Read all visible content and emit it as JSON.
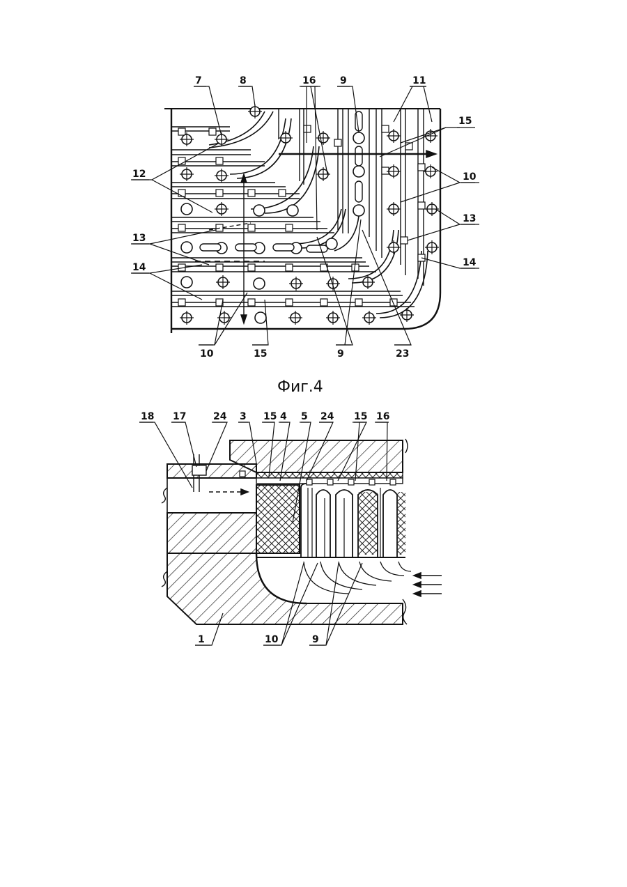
{
  "figure4": {
    "caption": "Фиг.4",
    "labels": {
      "l7": "7",
      "l8": "8",
      "l16": "16",
      "l9top": "9",
      "l11": "11",
      "l15right": "15",
      "l12": "12",
      "l10right": "10",
      "l13left": "13",
      "l13right": "13",
      "l14left": "14",
      "l14right": "14",
      "l10bottom": "10",
      "l15bottom": "15",
      "l9bottom": "9",
      "l23": "23"
    }
  },
  "figure5": {
    "labels": {
      "l18": "18",
      "l17": "17",
      "l24a": "24",
      "l3": "3",
      "l15a": "15",
      "l4": "4",
      "l5": "5",
      "l24b": "24",
      "l15b": "15",
      "l16": "16",
      "l1": "1",
      "l10": "10",
      "l9": "9"
    }
  }
}
